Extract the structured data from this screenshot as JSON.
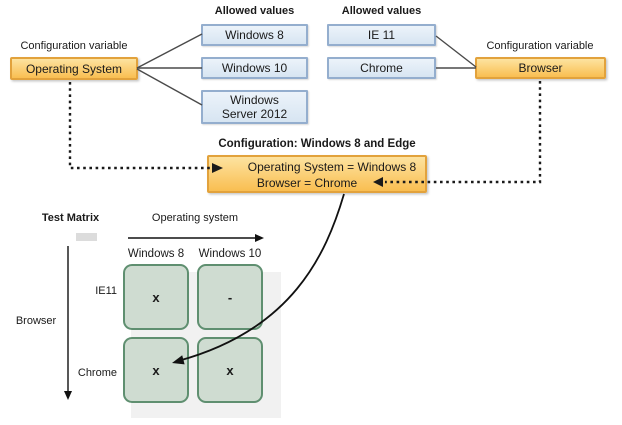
{
  "os": {
    "label": "Configuration variable",
    "name": "Operating System",
    "allowed_header": "Allowed values",
    "values": [
      "Windows 8",
      "Windows 10",
      "Windows Server 2012"
    ]
  },
  "browser": {
    "label": "Configuration variable",
    "name": "Browser",
    "allowed_header": "Allowed values",
    "values": [
      "IE 11",
      "Chrome"
    ]
  },
  "configuration": {
    "title": "Configuration: Windows 8 and Edge",
    "line1": "Operating System = Windows 8",
    "line2": "Browser = Chrome"
  },
  "matrix": {
    "title": "Test Matrix",
    "x_axis": "Operating system",
    "y_axis": "Browser",
    "columns": [
      "Windows 8",
      "Windows 10"
    ],
    "rows": [
      "IE11",
      "Chrome"
    ],
    "cells": [
      [
        "x",
        "-"
      ],
      [
        "x",
        "x"
      ]
    ]
  },
  "colors": {
    "variable_fill_top": "#FDE3A0",
    "variable_fill_bottom": "#F9BE51",
    "variable_border": "#E2A23C",
    "value_fill_top": "#ECF3FA",
    "value_fill_bottom": "#D7E5F2",
    "value_border": "#94AECE",
    "cell_fill": "#CFDCD1",
    "cell_border": "#5F8F70",
    "connector_gray": "#4A4A4A",
    "dotted_black": "#1A1A1A",
    "backdrop_gray": "#F1F1F1"
  }
}
